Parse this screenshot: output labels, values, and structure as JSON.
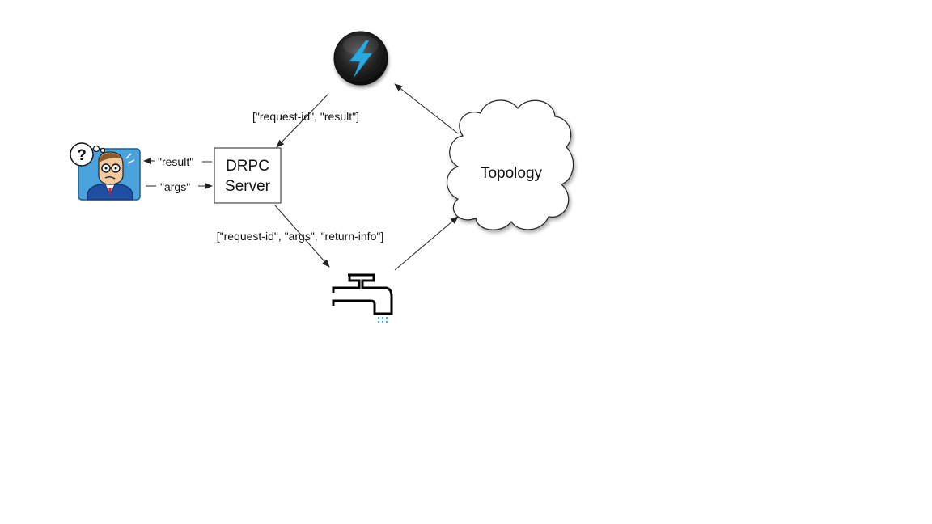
{
  "diagram": {
    "server": {
      "line1": "DRPC",
      "line2": "Server"
    },
    "topology": {
      "label": "Topology"
    },
    "edges": {
      "result": "\"result\"",
      "args": "\"args\"",
      "request_result": "[\"request-id\", \"result\"]",
      "request_args_return": "[\"request-id\", \"args\", \"return-info\"]"
    },
    "client": {
      "thought_symbol": "?"
    },
    "icons": {
      "client": "confused-user-icon",
      "bolt": "lightning-bolt-icon",
      "spout": "water-faucet-icon",
      "topology": "cloud-icon"
    },
    "colors": {
      "bolt_blue": "#29a8e0",
      "client_bg": "#4aa3dc",
      "drip_blue": "#4aa8e8",
      "arrow": "#222222"
    }
  }
}
